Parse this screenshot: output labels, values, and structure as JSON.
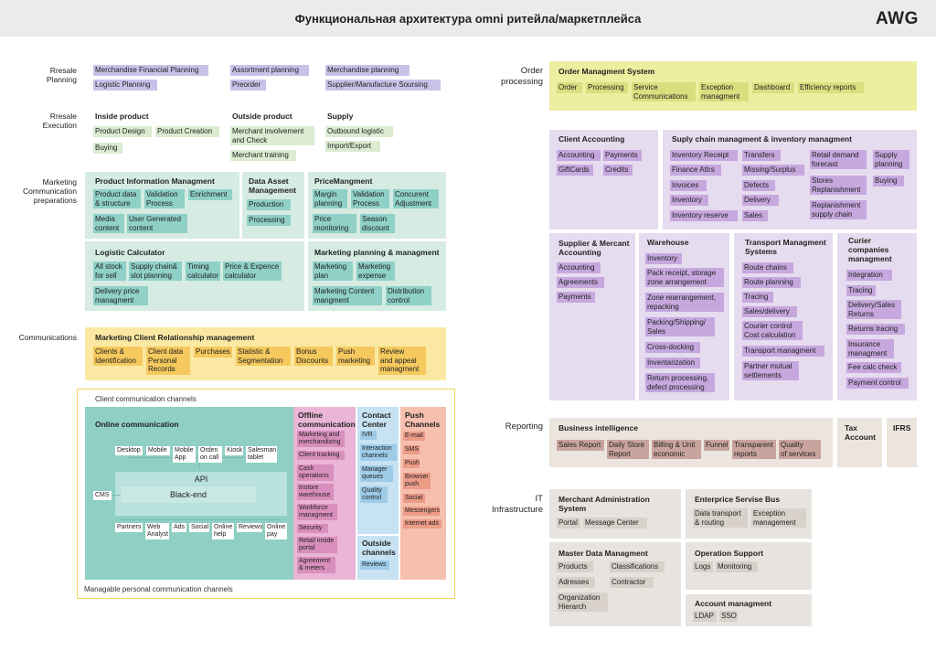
{
  "header": {
    "title": "Функциональная архитектура omni ритейла/маркетплейса",
    "logo": "AWG"
  },
  "left": {
    "planning": {
      "label": "Rresale\nPlanning",
      "items": [
        "Merchandise Financial Planning",
        "Logistic Planning",
        "Assortment planning",
        "Preorder",
        "Merchandise planning",
        "Supplier/Manufacture Soursing"
      ]
    },
    "execution": {
      "label": "Rresale\nExecution",
      "inside": {
        "title": "Inside product",
        "items": [
          "Product Design",
          "Product Creation",
          "Buying"
        ]
      },
      "outside": {
        "title": "Outside product",
        "items": [
          "Merchant involvement\nand Check",
          "Merchant training"
        ]
      },
      "supply": {
        "title": "Supply",
        "items": [
          "Outbound logistic",
          "Import/Export"
        ]
      }
    },
    "marketing_prep": {
      "label": "Marketing\nCommunication\npreparations",
      "pim": {
        "title": "Product Information Managment",
        "items": [
          "Product data\n& structure",
          "Validation\nProcess",
          "Enrichment",
          "Media\ncontent",
          "User Generated\ncontent"
        ]
      },
      "dam": {
        "title": "Data Asset\nManagement",
        "items": [
          "Production",
          "Processing"
        ]
      },
      "price": {
        "title": "PriceMangment",
        "items": [
          "Margin\nplanning",
          "Validation\nProcess",
          "Concurent\nAdjustment",
          "Price\nmonitoring",
          "Season\ndiscount"
        ]
      },
      "logcalc": {
        "title": "Logistic Calculator",
        "items": [
          "All stock\nfor sell",
          "Supply chain&\nslot planning",
          "Timing\ncalculator",
          "Price & Expence\ncalculator",
          "Delivery price\nmanagment"
        ]
      },
      "mkt": {
        "title": "Marketing planning & managment",
        "items": [
          "Marketing\nplan",
          "Marketing\nexpense",
          "Marketing Content\nmangment",
          "Distribution\ncontrol"
        ]
      }
    },
    "communications": {
      "label": "Communications",
      "crm": {
        "title": "Marketing Client Relationship management",
        "items": [
          "Clients &\nIdentification",
          "Client data\nPersonal\nRecords",
          "Purchases",
          "Statistic &\nSegmentation",
          "Bonus\nDiscounts",
          "Push\nmarketing",
          "Review\nand appeal\nmanagment"
        ]
      }
    },
    "channels": {
      "client_label": "Client communication channels",
      "managable_label": "Managable personal communication channels",
      "online": {
        "title": "Online communication",
        "top": [
          "Desktop",
          "Mobile",
          "Mobile\nApp",
          "Orden\non call",
          "Kiosk",
          "Salesman\ntablet"
        ],
        "api": "API",
        "cms": "CMS",
        "backend": "Black-end",
        "bottom": [
          "Partners",
          "Web\nAnalyst",
          "Ads",
          "Social",
          "Online\nhelp",
          "Reviews",
          "Online\npay"
        ]
      },
      "offline": {
        "title": "Offline\ncommunication",
        "items": [
          "Marketing and\nmerchandizing",
          "Client tracking",
          "Cash\noperations",
          "Instore\nwarehouse",
          "Workforce\nmanagment",
          "Security",
          "Retail inside\nportal",
          "Agreement\n& meters"
        ]
      },
      "contact": {
        "title": "Contact\nCenter",
        "items": [
          "IVR",
          "Interaction\nchannels",
          "Manager\nqueues",
          "Quality\ncontrol"
        ]
      },
      "push": {
        "title": "Push\nChannels",
        "items": [
          "E-mail",
          "SMS",
          "Push",
          "Browser\npush",
          "Social",
          "Messengers",
          "Internet ads"
        ]
      },
      "outside": {
        "title": "Outside\nchannels",
        "items": [
          "Reviews"
        ]
      }
    }
  },
  "right": {
    "order": {
      "label": "Order\nprocessing",
      "title": "Order Managment System",
      "items": [
        "Order",
        "Processing",
        "Service\nCommunications",
        "Exception\nmanagment",
        "Dashboard",
        "Efficiency reports"
      ]
    },
    "client_acc": {
      "title": "Client Accounting",
      "items": [
        "Accounting",
        "Payments",
        "GiftCards",
        "Credits"
      ]
    },
    "supply_chain": {
      "title": "Suply chain managment & inventory managment",
      "col1": [
        "Inventory Receipt",
        "Finance Attrs",
        "Invoices",
        "Inventory",
        "Inventory reserve"
      ],
      "col2": [
        "Transfers",
        "Missing/Surplus",
        "Defects",
        "Delivery",
        "Sales"
      ],
      "col3": [
        "Retail demand\nforecast",
        "Stores\nReplanishment",
        "Replanishment\nsupply chain"
      ],
      "col4": [
        "Supply\nplanning",
        "Buying"
      ]
    },
    "supplier_acc": {
      "title": "Supplier & Mercant\nAccounting",
      "items": [
        "Accounting",
        "Agreements",
        "Payments"
      ]
    },
    "warehouse": {
      "title": "Warehouse",
      "items": [
        "Inventory",
        "Pack receipt, storage\nzone arrangement",
        "Zone rearrangement,\nrepacking",
        "Packing/Shipping/\nSales",
        "Cross-docking",
        "Inventarization",
        "Return processing,\ndefect processing"
      ]
    },
    "transport": {
      "title": "Transport Managment\nSystems",
      "items": [
        "Route chains",
        "Route planning",
        "Tracing",
        "Sales/delivery",
        "Courier control\nCost calculation",
        "Transport managment",
        "Partner mutual\nsettlements"
      ]
    },
    "curier": {
      "title": "Curier\ncompanies\nmanagment",
      "items": [
        "Integration",
        "Tracing",
        "Delivery/Sales\nReturns",
        "Returns tracing",
        "Insurance\nmanagment",
        "Fee calc check",
        "Payment control"
      ]
    },
    "reporting": {
      "label": "Reporting",
      "bi": {
        "title": "Business intelligence",
        "items": [
          "Sales Report",
          "Daily Store\nReport",
          "Billing & Unit\neconomic",
          "Funnel",
          "Transparent\nreports",
          "Quality\nof services"
        ]
      },
      "tax": "Tax\nAccount",
      "ifrs": "IFRS"
    },
    "it": {
      "label": "IT\nInfrastructure",
      "mas": {
        "title": "Merchant Administration\nSystem",
        "items": [
          "Portal",
          "Message Center"
        ]
      },
      "esb": {
        "title": "Enterprice Servise Bus",
        "items": [
          "Data transport\n& routing",
          "Exception\nmanagement"
        ]
      },
      "mdm": {
        "title": "Master Data Managment",
        "items": [
          "Products",
          "Classifications",
          "Adresses",
          "Contractor",
          "Organization\nHierarch"
        ]
      },
      "ops": {
        "title": "Operation Support",
        "items": [
          "Logs",
          "Monitoring"
        ]
      },
      "acc": {
        "title": "Account managment",
        "items": [
          "LDAP",
          "SSO"
        ]
      }
    }
  }
}
